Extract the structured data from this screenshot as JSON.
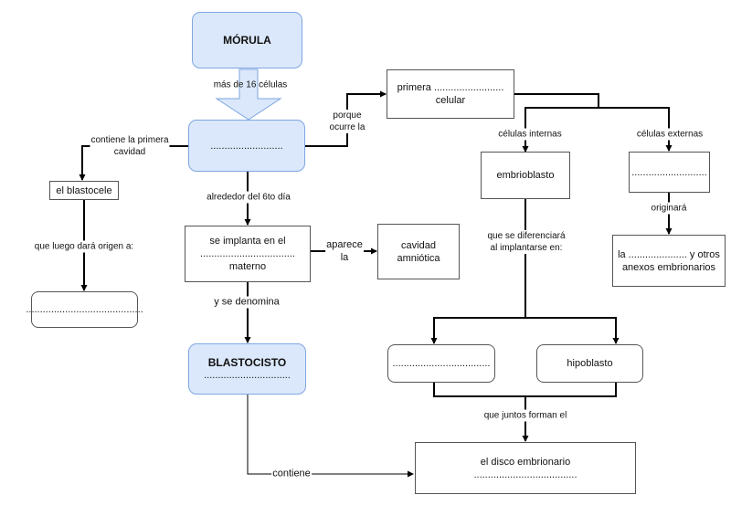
{
  "nodes": {
    "morula": "MÓRULA",
    "blank_top": "..........................",
    "blastocele": "el blastocele",
    "blank_left": "..........................................",
    "implanta_1": "se implanta en el",
    "implanta_2": "..................................",
    "implanta_3": "materno",
    "cavidad_1": "cavidad",
    "cavidad_2": "amniótica",
    "blastocisto_1": "BLASTOCISTO",
    "blastocisto_2": "...............................",
    "primera_1": "primera .........................",
    "primera_2": "celular",
    "embrioblasto": "embrioblasto",
    "blank_ext": "...........................",
    "anexos_1": "la ..................... y otros",
    "anexos_2": "anexos embrionarios",
    "blank_epi": "...................................",
    "hipoblasto": "hipoblasto",
    "disco_1": "el disco embrionario",
    "disco_2": "....................................."
  },
  "labels": {
    "mas16": "más de 16 células",
    "contiene_1": "contiene la primera",
    "contiene_2": "cavidad",
    "porque_1": "porque",
    "porque_2": "ocurre la",
    "luego": "que luego dará origen a:",
    "alrededor": "alrededor del 6to día",
    "aparece_1": "aparece",
    "aparece_2": "la",
    "denomina": "y se denomina",
    "cel_int": "células internas",
    "cel_ext": "células externas",
    "originara": "originará",
    "dif_1": "que se diferenciará",
    "dif_2": "al implantarse en:",
    "juntos": "que juntos forman el",
    "contiene_bottom": "contiene"
  }
}
